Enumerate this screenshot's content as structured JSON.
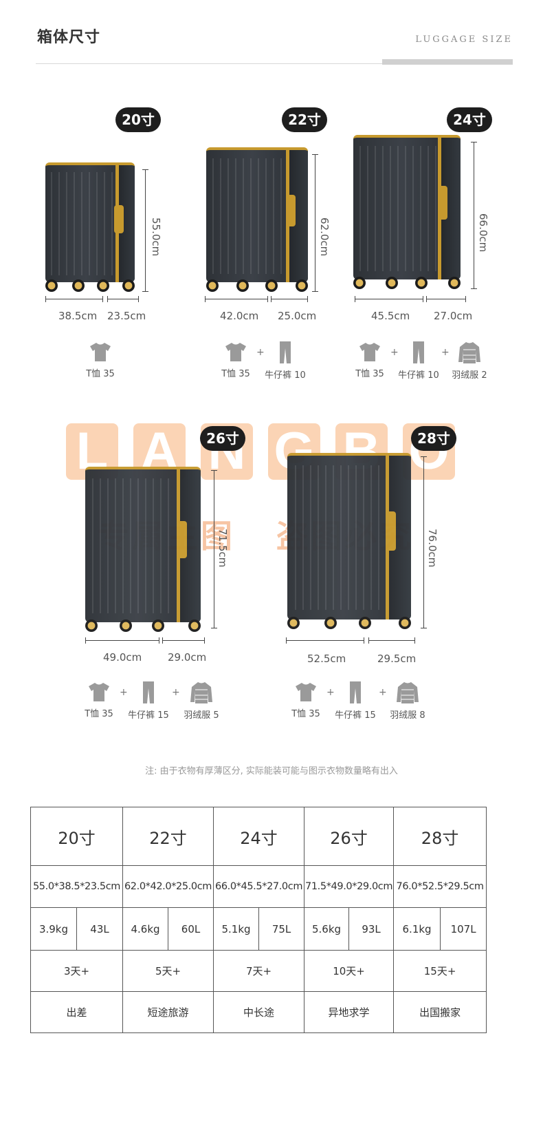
{
  "header": {
    "title": "箱体尺寸",
    "subtitle": "LUGGAGE SIZE"
  },
  "suitcases": [
    {
      "badge": "20寸",
      "height": "55.0cm",
      "width": "38.5cm",
      "depth": "23.5cm",
      "items": [
        {
          "icon": "tshirt-icon",
          "label": "T恤 35"
        }
      ]
    },
    {
      "badge": "22寸",
      "height": "62.0cm",
      "width": "42.0cm",
      "depth": "25.0cm",
      "items": [
        {
          "icon": "tshirt-icon",
          "label": "T恤 35"
        },
        {
          "icon": "jeans-icon",
          "label": "牛仔裤 10"
        }
      ]
    },
    {
      "badge": "24寸",
      "height": "66.0cm",
      "width": "45.5cm",
      "depth": "27.0cm",
      "items": [
        {
          "icon": "tshirt-icon",
          "label": "T恤 35"
        },
        {
          "icon": "jeans-icon",
          "label": "牛仔裤 10"
        },
        {
          "icon": "down-jacket-icon",
          "label": "羽绒服 2"
        }
      ]
    },
    {
      "badge": "26寸",
      "height": "71.5cm",
      "width": "49.0cm",
      "depth": "29.0cm",
      "items": [
        {
          "icon": "tshirt-icon",
          "label": "T恤 35"
        },
        {
          "icon": "jeans-icon",
          "label": "牛仔裤 15"
        },
        {
          "icon": "down-jacket-icon",
          "label": "羽绒服 5"
        }
      ]
    },
    {
      "badge": "28寸",
      "height": "76.0cm",
      "width": "52.5cm",
      "depth": "29.5cm",
      "items": [
        {
          "icon": "tshirt-icon",
          "label": "T恤 35"
        },
        {
          "icon": "jeans-icon",
          "label": "牛仔裤 15"
        },
        {
          "icon": "down-jacket-icon",
          "label": "羽绒服 8"
        }
      ]
    }
  ],
  "plus_sign": "+",
  "watermark": {
    "letters": [
      "L",
      "A",
      "N",
      "G",
      "B",
      "O"
    ],
    "text_left": "专属主图",
    "text_right": "盗图必究"
  },
  "note": "注: 由于衣物有厚薄区分, 实际能装可能与图示衣物数量略有出入",
  "table": {
    "sizes": [
      "20寸",
      "22寸",
      "24寸",
      "26寸",
      "28寸"
    ],
    "dims": [
      "55.0*38.5*23.5cm",
      "62.0*42.0*25.0cm",
      "66.0*45.5*27.0cm",
      "71.5*49.0*29.0cm",
      "76.0*52.5*29.5cm"
    ],
    "weights": [
      "3.9kg",
      "4.6kg",
      "5.1kg",
      "5.6kg",
      "6.1kg"
    ],
    "volumes": [
      "43L",
      "60L",
      "75L",
      "93L",
      "107L"
    ],
    "days": [
      "3天+",
      "5天+",
      "7天+",
      "10天+",
      "15天+"
    ],
    "uses": [
      "出差",
      "短途旅游",
      "中长途",
      "异地求学",
      "出国搬家"
    ]
  },
  "colors": {
    "frame_gold": "#c79a2e",
    "shell": "#343a40",
    "badge_bg": "#1e1e1e",
    "watermark": "#f7b078"
  }
}
